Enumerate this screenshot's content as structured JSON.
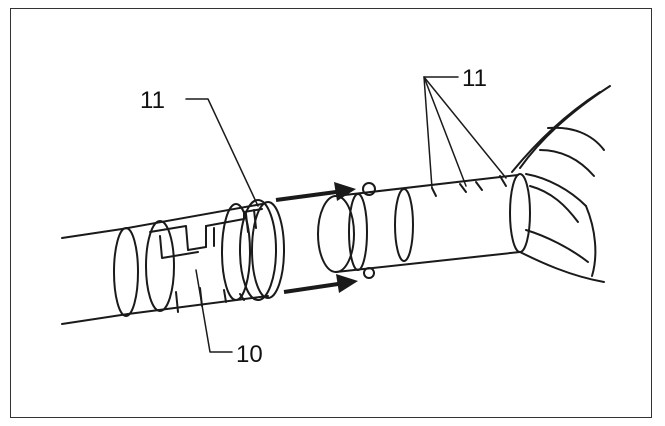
{
  "callouts": {
    "left_top": "11",
    "right_top": "11",
    "bottom": "10"
  },
  "colors": {
    "line": "#1a1a1a",
    "frame": "#333333",
    "background": "#ffffff"
  }
}
